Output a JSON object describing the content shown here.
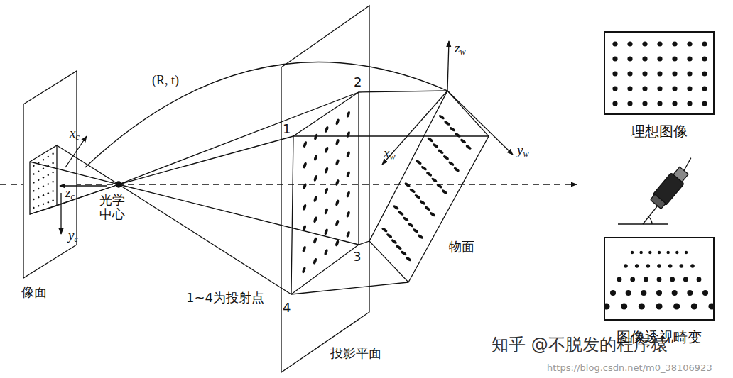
{
  "diagram": {
    "nodes": [
      {
        "text": [
          "理想图像"
        ]
      },
      {
        "text": [
          "图像透视畸变"
        ]
      }
    ],
    "labels": [
      "(R, t)",
      "zw",
      "yw",
      "xw",
      "xc",
      "zc",
      "yc",
      "光学中心",
      "1",
      "2",
      "3",
      "4",
      "1~4为投射点",
      "像面",
      "投影平面",
      "物面",
      "知乎 @不脱发的程序猿",
      "https://blog.csdn.net/m0_38106923"
    ]
  }
}
